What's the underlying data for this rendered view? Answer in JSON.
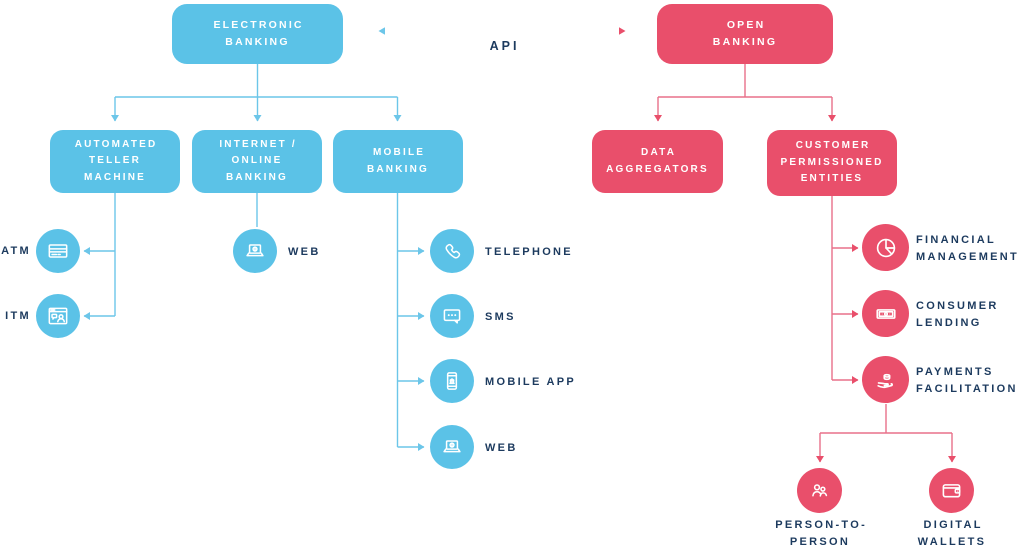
{
  "colors": {
    "blue": "#5BC2E7",
    "pink": "#E94F6B",
    "text_navy": "#1C3A5E",
    "background": "#FFFFFF"
  },
  "api_link": {
    "label": "API"
  },
  "electronic_banking": {
    "root_label": "ELECTRONIC\nBANKING",
    "branches": {
      "atm": {
        "label": "AUTOMATED\nTELLER\nMACHINE"
      },
      "internet": {
        "label": "INTERNET /\nONLINE\nBANKING"
      },
      "mobile": {
        "label": "MOBILE\nBANKING"
      }
    },
    "leaves": {
      "atm": {
        "label": "ATM",
        "icon": "cash-machine-icon"
      },
      "itm": {
        "label": "ITM",
        "icon": "video-teller-icon"
      },
      "web_internet": {
        "label": "WEB",
        "icon": "laptop-icon"
      },
      "telephone": {
        "label": "TELEPHONE",
        "icon": "phone-icon"
      },
      "sms": {
        "label": "SMS",
        "icon": "sms-bubble-icon"
      },
      "mobile_app": {
        "label": "MOBILE APP",
        "icon": "smartphone-icon"
      },
      "web_mobile": {
        "label": "WEB",
        "icon": "laptop-icon"
      }
    }
  },
  "open_banking": {
    "root_label": "OPEN\nBANKING",
    "branches": {
      "data_aggregators": {
        "label": "DATA\nAGGREGATORS"
      },
      "customer_permissioned": {
        "label": "CUSTOMER\nPERMISSIONED\nENTITIES"
      }
    },
    "leaves": {
      "financial_management": {
        "label": "FINANCIAL\nMANAGEMENT",
        "icon": "pie-chart-icon"
      },
      "consumer_lending": {
        "label": "CONSUMER\nLENDING",
        "icon": "banknote-icon"
      },
      "payments_facilitation": {
        "label": "PAYMENTS\nFACILITATION",
        "icon": "hand-coins-icon"
      },
      "person_to_person": {
        "label": "PERSON-TO-\nPERSON",
        "icon": "people-icon"
      },
      "digital_wallets": {
        "label": "DIGITAL\nWALLETS",
        "icon": "wallet-icon"
      }
    }
  }
}
